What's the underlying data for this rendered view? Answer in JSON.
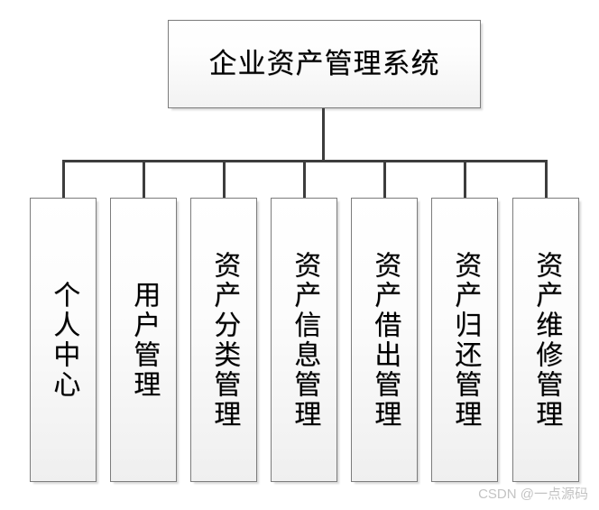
{
  "diagram": {
    "type": "organization-tree",
    "root": {
      "label": "企业资产管理系统"
    },
    "children": [
      {
        "label": "个人中心"
      },
      {
        "label": "用户管理"
      },
      {
        "label": "资产分类管理"
      },
      {
        "label": "资产信息管理"
      },
      {
        "label": "资产借出管理"
      },
      {
        "label": "资产归还管理"
      },
      {
        "label": "资产维修管理"
      }
    ]
  },
  "watermark": {
    "text": "CSDN @一点源码"
  },
  "colors": {
    "node_border": "#7c7c7c",
    "node_fill_top": "#ffffff",
    "node_fill_bottom": "#efefef",
    "connector": "#3d3d3d",
    "text": "#000000",
    "watermark": "#c3c3c3",
    "background": "#ffffff"
  }
}
